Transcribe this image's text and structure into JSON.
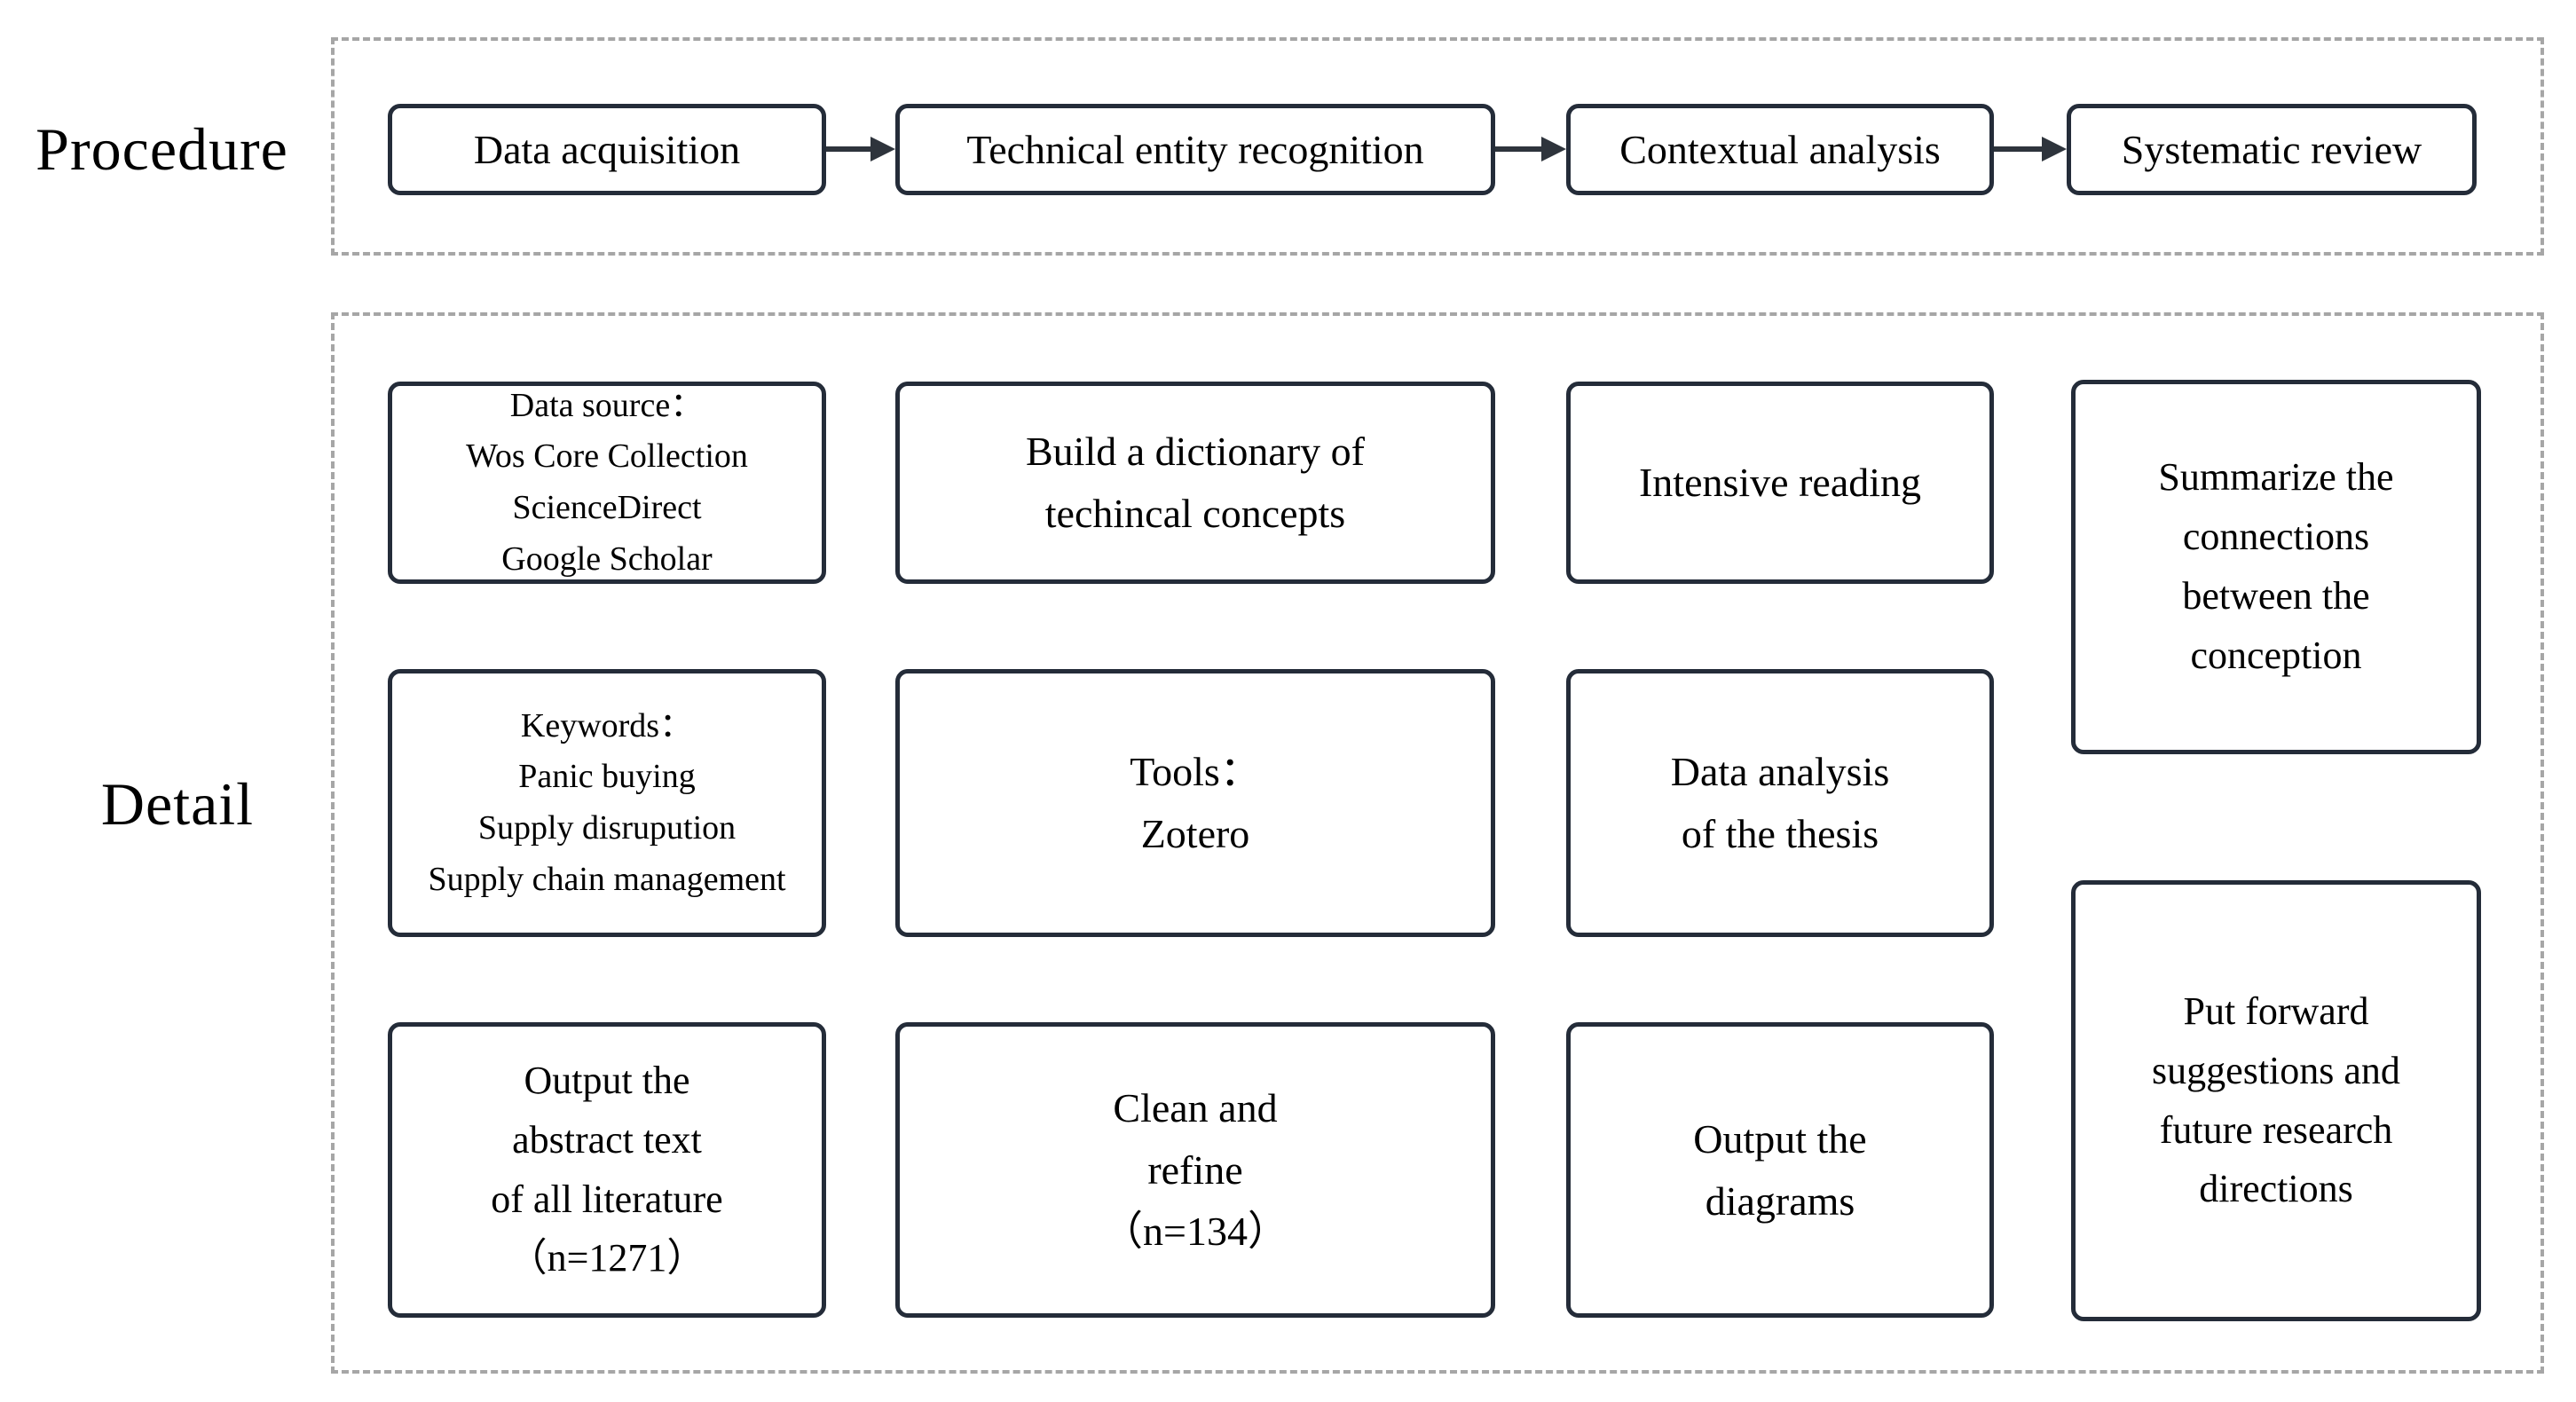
{
  "colors": {
    "box_border": "#242c39",
    "dashed_border": "#a6a6a6",
    "arrow": "#2e343c",
    "text": "#000000",
    "background": "#ffffff"
  },
  "procedure": {
    "label": "Procedure",
    "steps": [
      "Data acquisition",
      "Technical entity recognition",
      "Contextual analysis",
      "Systematic review"
    ]
  },
  "detail": {
    "label": "Detail",
    "columns": [
      {
        "boxes": [
          {
            "lines": [
              "Data source：",
              "Wos Core Collection",
              "ScienceDirect",
              "Google Scholar"
            ]
          },
          {
            "lines": [
              "Keywords：",
              "Panic buying",
              "Supply disrupution",
              "Supply chain management"
            ]
          },
          {
            "lines": [
              "Output the",
              "abstract text",
              "of all literature",
              "（n=1271）"
            ]
          }
        ]
      },
      {
        "boxes": [
          {
            "lines": [
              "Build a dictionary of",
              "techincal concepts"
            ]
          },
          {
            "lines": [
              "Tools：",
              "Zotero"
            ]
          },
          {
            "lines": [
              "Clean and",
              "refine",
              "（n=134）"
            ]
          }
        ]
      },
      {
        "boxes": [
          {
            "lines": [
              "Intensive reading"
            ]
          },
          {
            "lines": [
              "Data analysis",
              "of the thesis"
            ]
          },
          {
            "lines": [
              "Output the",
              "diagrams"
            ]
          }
        ]
      },
      {
        "boxes": [
          {
            "lines": [
              "Summarize the",
              "connections",
              "between the",
              "conception"
            ]
          },
          {
            "lines": [
              "Put forward",
              "suggestions and",
              "future research",
              "directions"
            ]
          }
        ]
      }
    ]
  }
}
